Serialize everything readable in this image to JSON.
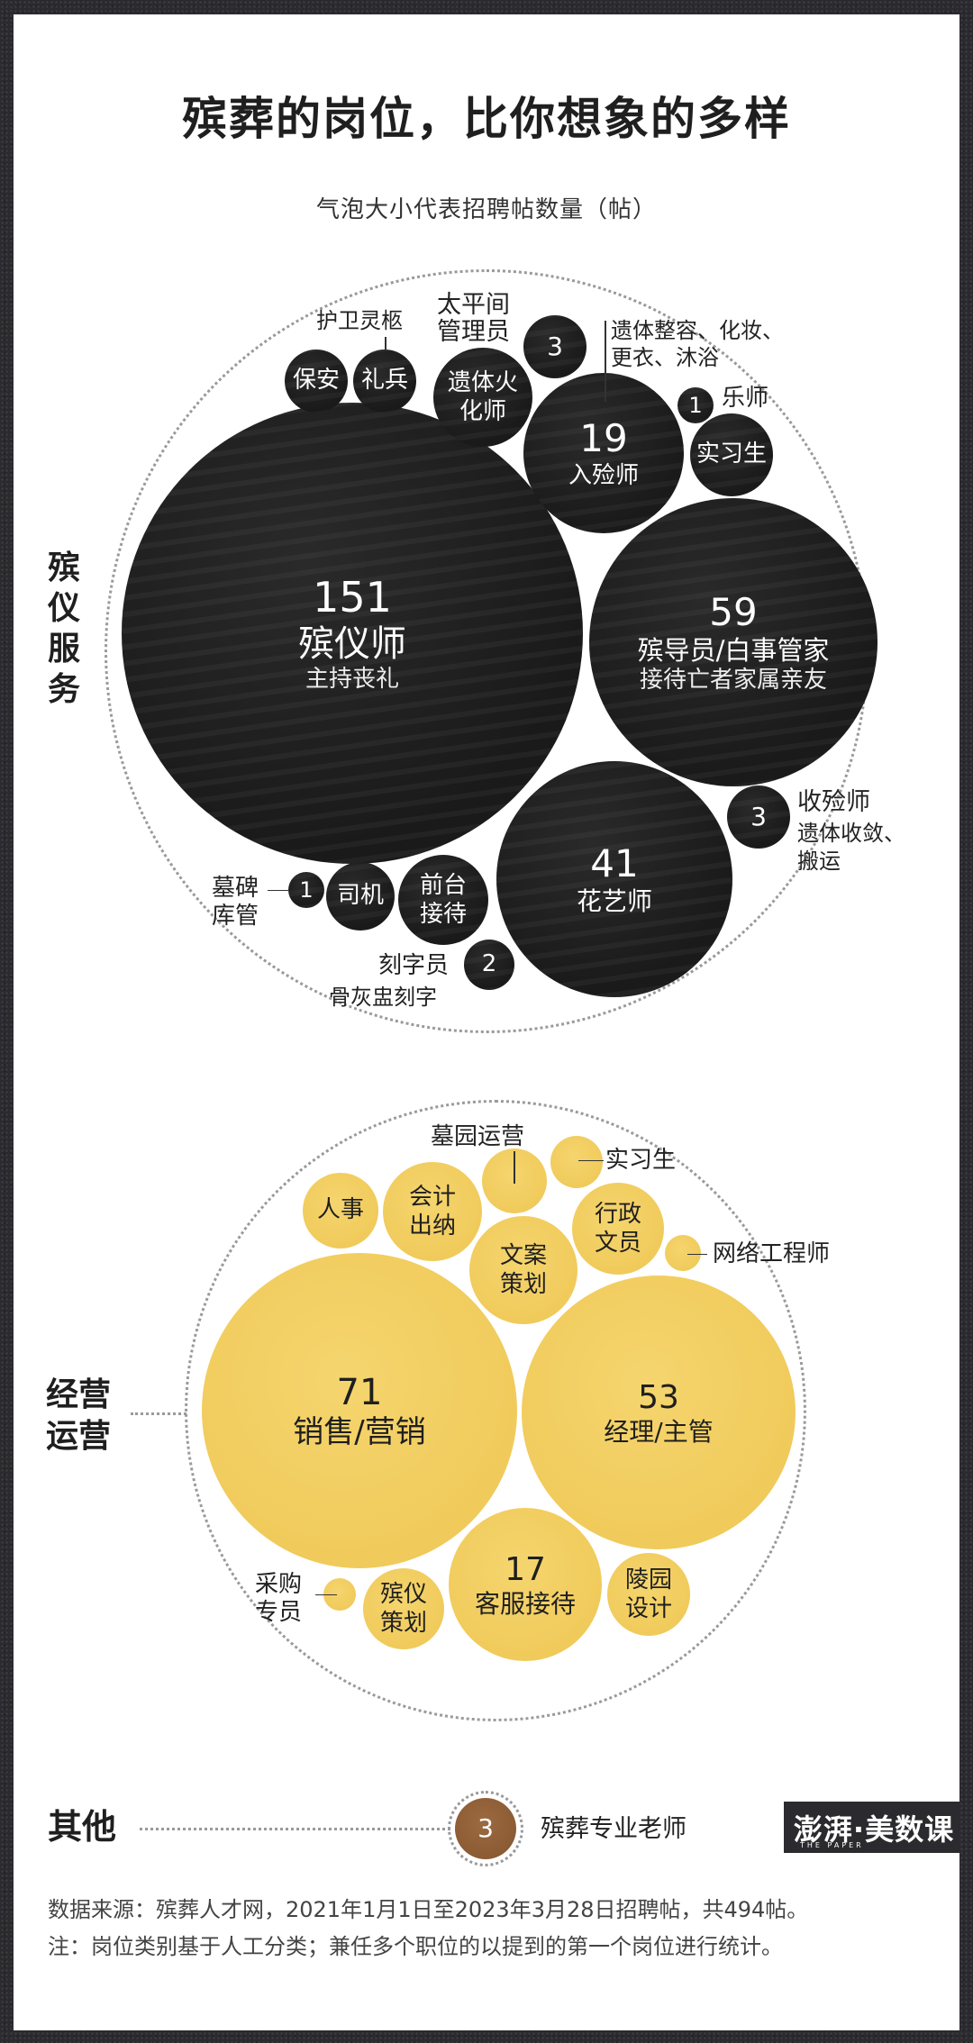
{
  "title": "殡葬的岗位，比你想象的多样",
  "subtitle": "气泡大小代表招聘帖数量（帖）",
  "sections": {
    "funeral_service": {
      "label": "殡仪服务"
    },
    "operations": {
      "label": "经营运营"
    },
    "other": {
      "label": "其他"
    }
  },
  "funeral_service": {
    "celebrant": {
      "value": "151",
      "label": "殡仪师",
      "desc": "主持丧礼"
    },
    "guide": {
      "value": "59",
      "label": "殡导员/白事管家",
      "desc": "接待亡者家属亲友"
    },
    "florist": {
      "value": "41",
      "label": "花艺师"
    },
    "encoffiner": {
      "value": "19",
      "label": "入殓师",
      "desc": "遗体整容、化妆、更衣、沐浴"
    },
    "morgue": {
      "value": "3",
      "label": "太平间管理员"
    },
    "collector": {
      "value": "3",
      "label": "收殓师",
      "desc": "遗体收敛、搬运"
    },
    "engraver": {
      "value": "2",
      "label": "刻字员",
      "desc": "骨灰盅刻字"
    },
    "musician": {
      "value": "1",
      "label": "乐师"
    },
    "tombstone": {
      "value": "1",
      "label": "墓碑库管"
    },
    "security": {
      "label": "保安"
    },
    "honor_guard": {
      "label": "礼兵",
      "desc": "护卫灵柩"
    },
    "cremator": {
      "label": "遗体火化师"
    },
    "intern": {
      "label": "实习生"
    },
    "driver": {
      "label": "司机"
    },
    "reception": {
      "label": "前台接待"
    }
  },
  "operations": {
    "sales": {
      "value": "71",
      "label": "销售/营销"
    },
    "manager": {
      "value": "53",
      "label": "经理/主管"
    },
    "service": {
      "value": "17",
      "label": "客服接待"
    },
    "hr": {
      "label": "人事"
    },
    "accounting": {
      "label": "会计出纳"
    },
    "cemetery_ops": {
      "label": "墓园运营"
    },
    "intern": {
      "label": "实习生"
    },
    "copywriting": {
      "label": "文案策划"
    },
    "admin": {
      "label": "行政文员"
    },
    "network": {
      "label": "网络工程师"
    },
    "procurement": {
      "label": "采购专员"
    },
    "funeral_planning": {
      "label": "殡仪策划"
    },
    "cemetery_design": {
      "label": "陵园设计"
    }
  },
  "other": {
    "teacher": {
      "value": "3",
      "label": "殡葬专业老师"
    }
  },
  "footnotes": {
    "source": "数据来源：殡葬人才网，2021年1月1日至2023年3月28日招聘帖，共494帖。",
    "note": "注：岗位类别基于人工分类；兼任多个职位的以提到的第一个岗位进行统计。"
  },
  "logo": {
    "text": "澎湃·美数课",
    "subtext": "THE PAPER"
  },
  "colors": {
    "funeral_service": "#1c1c1c",
    "operations": "#f2cc5c",
    "other": "#8f5e36",
    "frame": "#2b2b2f"
  },
  "chart_data": {
    "type": "bubble",
    "title": "殡葬的岗位，比你想象的多样",
    "subtitle": "气泡大小代表招聘帖数量（帖）",
    "total_posts": 494,
    "groups": [
      {
        "name": "殡仪服务",
        "color": "#1c1c1c",
        "items": [
          {
            "label": "殡仪师",
            "value": 151,
            "note": "主持丧礼"
          },
          {
            "label": "殡导员/白事管家",
            "value": 59,
            "note": "接待亡者家属亲友"
          },
          {
            "label": "花艺师",
            "value": 41
          },
          {
            "label": "入殓师",
            "value": 19,
            "note": "遗体整容、化妆、更衣、沐浴"
          },
          {
            "label": "遗体火化师",
            "value": 6
          },
          {
            "label": "实习生",
            "value": 4
          },
          {
            "label": "前台接待",
            "value": 4
          },
          {
            "label": "保安",
            "value": 3
          },
          {
            "label": "礼兵",
            "value": 3,
            "note": "护卫灵柩"
          },
          {
            "label": "太平间管理员",
            "value": 3
          },
          {
            "label": "收殓师",
            "value": 3,
            "note": "遗体收敛、搬运"
          },
          {
            "label": "司机",
            "value": 3
          },
          {
            "label": "刻字员",
            "value": 2,
            "note": "骨灰盅刻字"
          },
          {
            "label": "乐师",
            "value": 1
          },
          {
            "label": "墓碑库管",
            "value": 1
          }
        ]
      },
      {
        "name": "经营运营",
        "color": "#f2cc5c",
        "items": [
          {
            "label": "销售/营销",
            "value": 71
          },
          {
            "label": "经理/主管",
            "value": 53
          },
          {
            "label": "客服接待",
            "value": 17
          },
          {
            "label": "文案策划",
            "value": 8
          },
          {
            "label": "会计出纳",
            "value": 7
          },
          {
            "label": "行政文员",
            "value": 6
          },
          {
            "label": "人事",
            "value": 4
          },
          {
            "label": "殡仪策划",
            "value": 4
          },
          {
            "label": "陵园设计",
            "value": 4
          },
          {
            "label": "墓园运营",
            "value": 3
          },
          {
            "label": "实习生",
            "value": 2
          },
          {
            "label": "网络工程师",
            "value": 1
          },
          {
            "label": "采购专员",
            "value": 1
          }
        ]
      },
      {
        "name": "其他",
        "color": "#8f5e36",
        "items": [
          {
            "label": "殡葬专业老师",
            "value": 3
          }
        ]
      }
    ]
  }
}
